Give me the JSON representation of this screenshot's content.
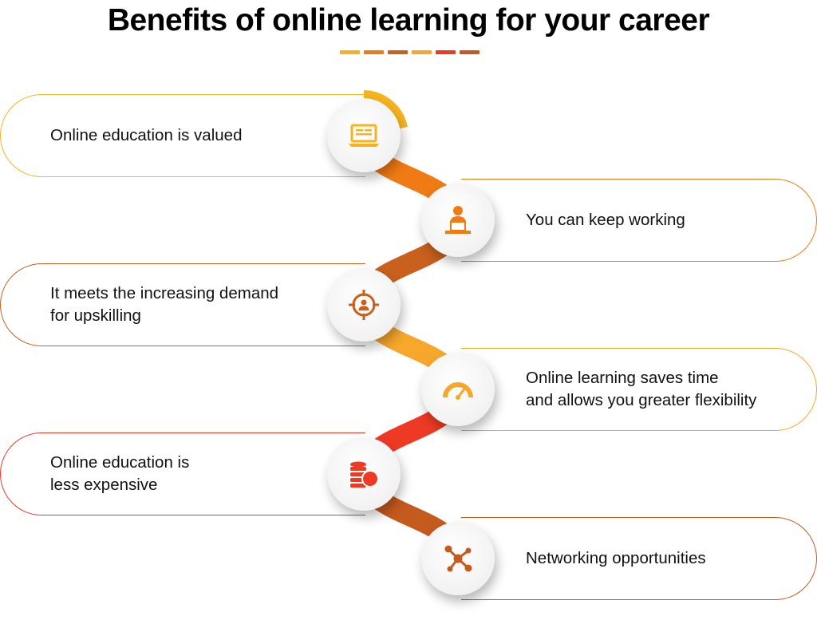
{
  "title": "Benefits of online learning for your career",
  "colors": {
    "gold": "#F5B31F",
    "orange": "#F07A13",
    "brown": "#C9601E",
    "amber": "#F6A72C",
    "red": "#EE3A24",
    "rust": "#C55A1E"
  },
  "dash_colors": [
    "#F5B31F",
    "#F07A13",
    "#C9601E",
    "#F6A72C",
    "#EE3A24",
    "#C55A1E"
  ],
  "items": [
    {
      "text": "Online education is valued",
      "icon": "laptop-icon",
      "color": "#F5B31F"
    },
    {
      "text": "You can keep working",
      "icon": "worker-at-desk-icon",
      "color": "#F07A13"
    },
    {
      "text": "It meets the increasing demand\nfor upskilling",
      "icon": "target-person-icon",
      "color": "#C9601E"
    },
    {
      "text": "Online learning saves time\nand allows you greater flexibility",
      "icon": "speedometer-icon",
      "color": "#F6A72C"
    },
    {
      "text": "Online education is\nless expensive",
      "icon": "coins-icon",
      "color": "#EE3A24"
    },
    {
      "text": "Networking opportunities",
      "icon": "network-icon",
      "color": "#C55A1E"
    }
  ]
}
